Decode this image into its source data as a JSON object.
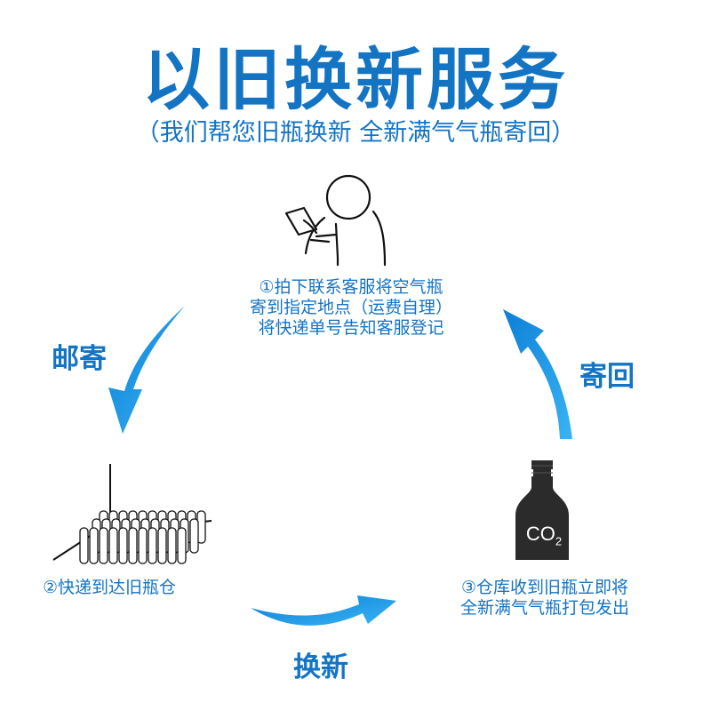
{
  "title": "以旧换新服务",
  "subtitle": "（我们帮您旧瓶换新 全新满气气瓶寄回）",
  "steps": [
    {
      "lines": [
        "①拍下联系客服将空气瓶",
        "寄到指定地点（运费自理）",
        "将快递单号告知客服登记"
      ]
    },
    {
      "lines": [
        "②快递到达旧瓶仓"
      ]
    },
    {
      "lines": [
        "③仓库收到旧瓶立即将",
        "全新满气气瓶打包发出"
      ]
    }
  ],
  "arrow_labels": {
    "mail": "邮寄",
    "return": "寄回",
    "exchange": "换新"
  },
  "bottle_label": {
    "main": "CO",
    "sub": "2"
  },
  "colors": {
    "accent": "#1474c4",
    "arrow": "#1a9be8",
    "bottle": "#2b2b2b"
  },
  "icons": [
    "person-phone-icon",
    "bottle-row-icon",
    "co2-bottle-icon"
  ]
}
